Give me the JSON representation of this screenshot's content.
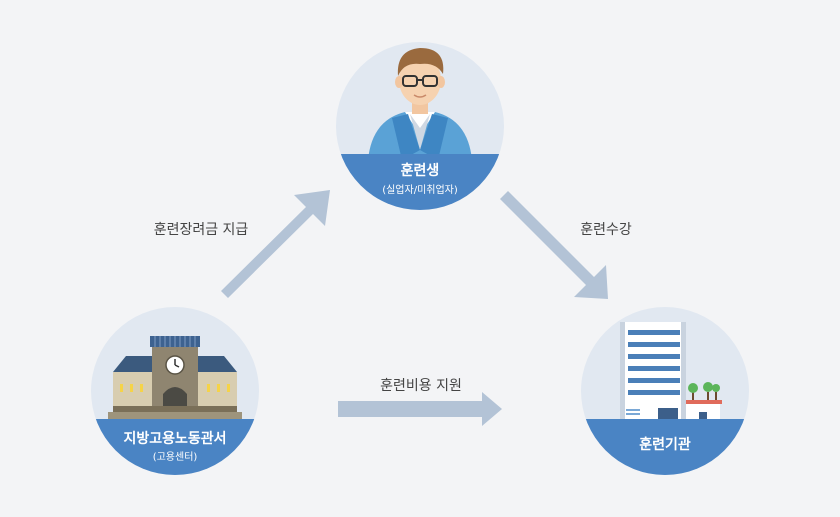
{
  "nodes": {
    "trainee": {
      "label": "훈련생",
      "sublabel": "(실업자/미취업자)"
    },
    "labor_office": {
      "label": "지방고용노동관서",
      "sublabel": "(고용센터)"
    },
    "training_institution": {
      "label": "훈련기관"
    }
  },
  "edges": {
    "allowance": {
      "label": "훈련장려금 지급"
    },
    "attend": {
      "label": "훈련수강"
    },
    "cost_support": {
      "label": "훈련비용 지원"
    }
  },
  "colors": {
    "background": "#f3f4f6",
    "circle": "#e1e8f1",
    "band": "#4a84c4",
    "arrow": "#b3c3d6",
    "text": "#444444"
  }
}
